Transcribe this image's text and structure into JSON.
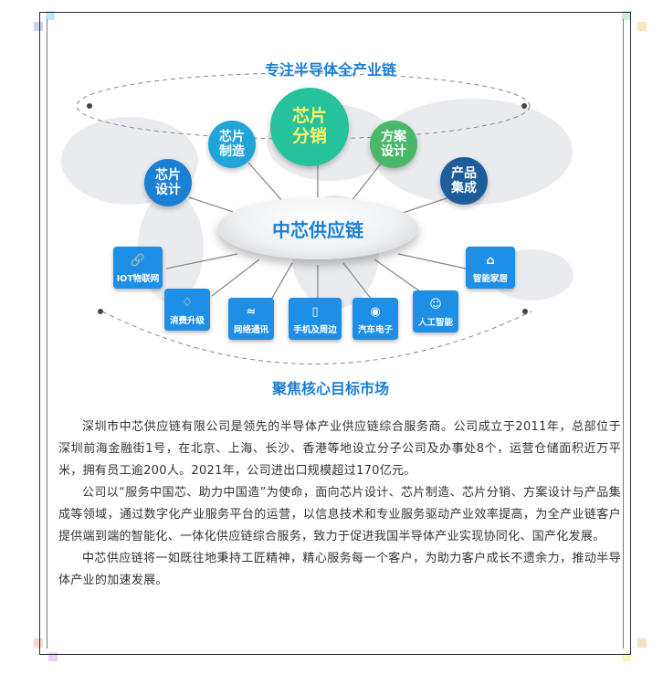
{
  "diagram": {
    "top_heading": "专注半导体全产业链",
    "bottom_heading": "聚焦核心目标市场",
    "hub_label": "中芯供应链",
    "top_circles": [
      {
        "line1": "芯片",
        "line2": "设计",
        "color": "#1b7fd6"
      },
      {
        "line1": "芯片",
        "line2": "制造",
        "color": "#1fa5d8"
      },
      {
        "line1": "芯片",
        "line2": "分销",
        "color": "#25c29b"
      },
      {
        "line1": "方案",
        "line2": "设计",
        "color": "#4ab86a"
      },
      {
        "line1": "产品",
        "line2": "集成",
        "color": "#1e5d9c"
      }
    ],
    "markets": [
      {
        "label": "IOT物联网",
        "icon": "link-icon"
      },
      {
        "label": "消费升级",
        "icon": "shopping-icon"
      },
      {
        "label": "网络通讯",
        "icon": "wifi-icon"
      },
      {
        "label": "手机及周边",
        "icon": "phone-icon"
      },
      {
        "label": "汽车电子",
        "icon": "car-icon"
      },
      {
        "label": "人工智能",
        "icon": "robot-icon"
      },
      {
        "label": "智能家居",
        "icon": "home-icon"
      }
    ]
  },
  "paragraphs": [
    "深圳市中芯供应链有限公司是领先的半导体产业供应链综合服务商。公司成立于2011年，总部位于深圳前海金融街1号，在北京、上海、长沙、香港等地设立分子公司及办事处8个，运营仓储面积近万平米，拥有员工逾200人。2021年，公司进出口规模超过170亿元。",
    "公司以“服务中国芯、助力中国造”为使命，面向芯片设计、芯片制造、芯片分销、方案设计与产品集成等领域，通过数字化产业服务平台的运营，以信息技术和专业服务驱动产业效率提高，为全产业链客户提供端到端的智能化、一体化供应链综合服务，致力于促进我国半导体产业实现协同化、国产化发展。",
    "中芯供应链将一如既往地秉持工匠精神，精心服务每一个客户，为助力客户成长不遗余力，推动半导体产业的加速发展。"
  ]
}
